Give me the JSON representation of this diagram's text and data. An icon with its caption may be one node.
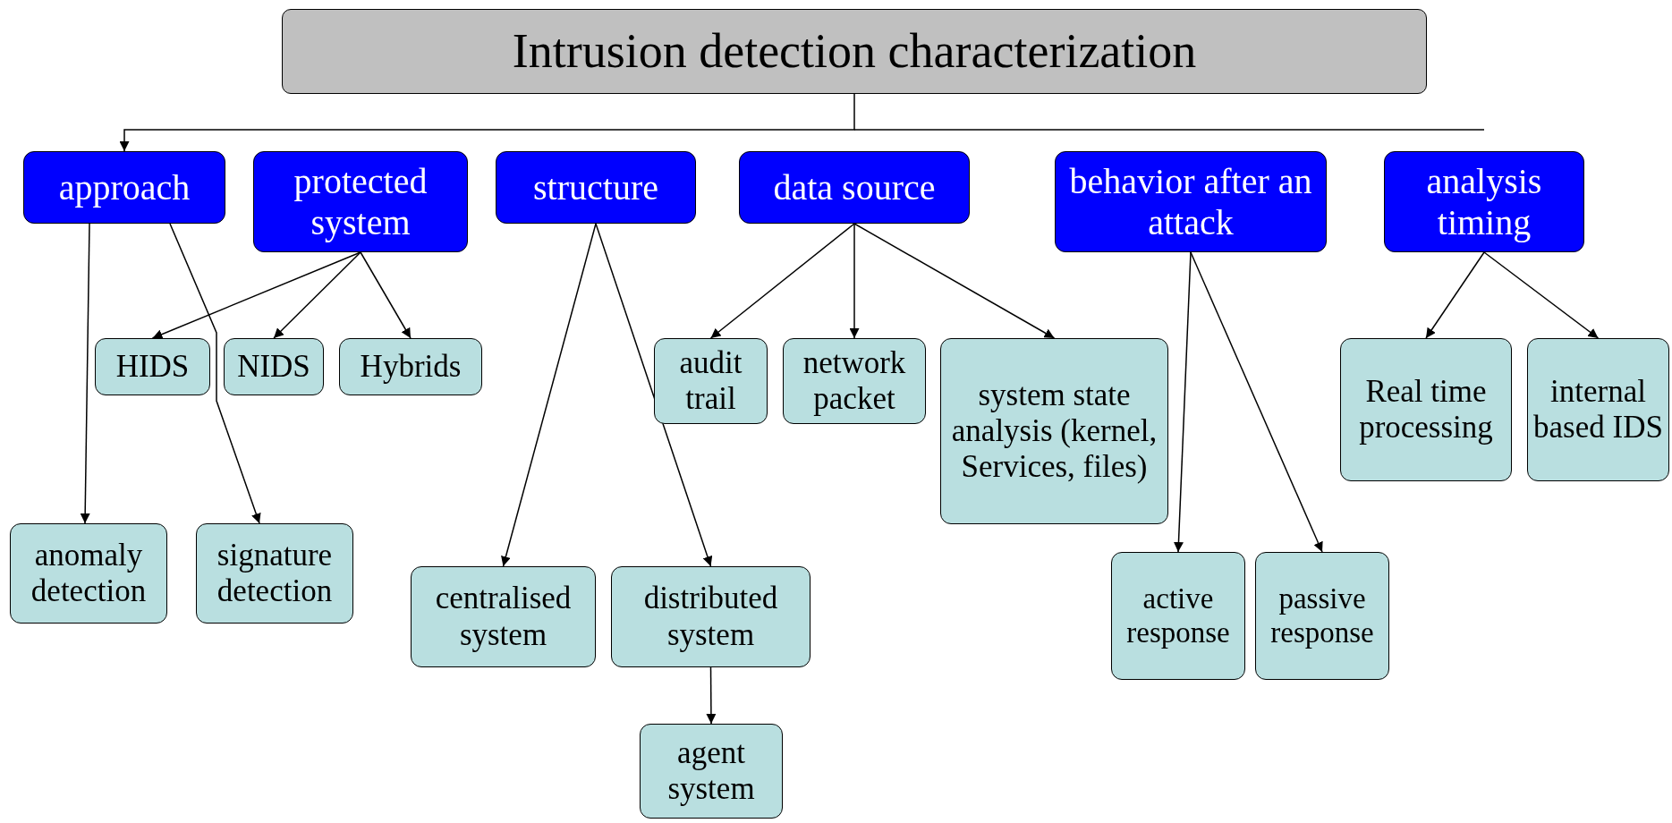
{
  "diagram": {
    "nodes": [
      {
        "text": [
          "Intrusion detection characterization"
        ]
      },
      {
        "text": [
          "approach"
        ]
      },
      {
        "text": [
          "protected system"
        ]
      },
      {
        "text": [
          "structure"
        ]
      },
      {
        "text": [
          "data source"
        ]
      },
      {
        "text": [
          "behavior after an attack"
        ]
      },
      {
        "text": [
          "analysis timing"
        ]
      },
      {
        "text": [
          "HIDS"
        ]
      },
      {
        "text": [
          "NIDS"
        ]
      },
      {
        "text": [
          "Hybrids"
        ]
      },
      {
        "text": [
          "anomaly detection"
        ]
      },
      {
        "text": [
          "signature detection"
        ]
      },
      {
        "text": [
          "centralised system"
        ]
      },
      {
        "text": [
          "distributed system"
        ]
      },
      {
        "text": [
          "agent system"
        ]
      },
      {
        "text": [
          "audit trail"
        ]
      },
      {
        "text": [
          "network packet"
        ]
      },
      {
        "text": [
          "system state analysis (kernel, Services, files)"
        ]
      },
      {
        "text": [
          "active response"
        ]
      },
      {
        "text": [
          "passive response"
        ]
      },
      {
        "text": [
          "Real time processing"
        ]
      },
      {
        "text": [
          "internal based IDS"
        ]
      }
    ],
    "edges": [
      {
        "from": 0,
        "to": 1,
        "arrow": "to"
      },
      {
        "from": 1,
        "to": 10,
        "arrow": "to"
      },
      {
        "from": 1,
        "to": 11,
        "arrow": "to"
      },
      {
        "from": 2,
        "to": 7,
        "arrow": "to"
      },
      {
        "from": 2,
        "to": 8,
        "arrow": "to"
      },
      {
        "from": 2,
        "to": 9,
        "arrow": "to"
      },
      {
        "from": 3,
        "to": 12,
        "arrow": "to"
      },
      {
        "from": 3,
        "to": 13,
        "arrow": "to"
      },
      {
        "from": 13,
        "to": 14,
        "arrow": "to"
      },
      {
        "from": 4,
        "to": 15,
        "arrow": "to"
      },
      {
        "from": 4,
        "to": 16,
        "arrow": "to"
      },
      {
        "from": 4,
        "to": 17,
        "arrow": "to"
      },
      {
        "from": 5,
        "to": 18,
        "arrow": "to"
      },
      {
        "from": 5,
        "to": 19,
        "arrow": "to"
      },
      {
        "from": 6,
        "to": 20,
        "arrow": "to"
      },
      {
        "from": 6,
        "to": 21,
        "arrow": "to"
      }
    ]
  }
}
